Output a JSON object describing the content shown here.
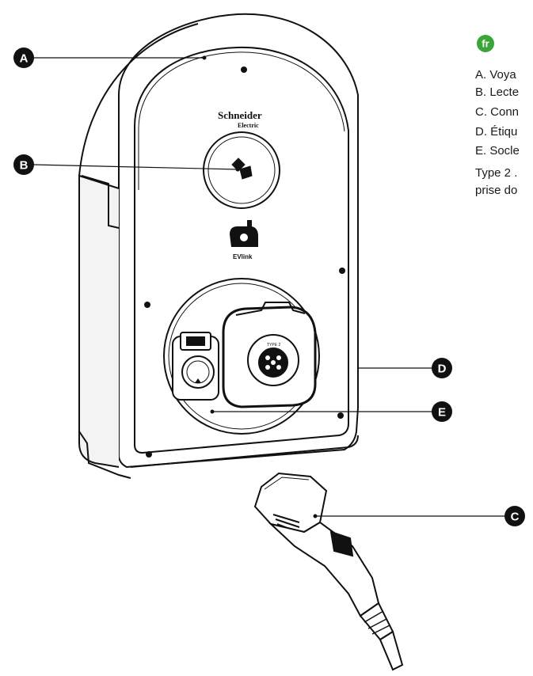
{
  "language_badge": {
    "label": "fr",
    "color": "#3aa63a"
  },
  "legend": {
    "lines": [
      "A. Voya",
      "B. Lecte",
      "C. Conn",
      "D. Étiqu",
      "E. Socle"
    ],
    "note_lines": [
      "Type 2 .",
      "prise do"
    ]
  },
  "callouts": [
    {
      "letter": "A"
    },
    {
      "letter": "B"
    },
    {
      "letter": "C"
    },
    {
      "letter": "D"
    },
    {
      "letter": "E"
    }
  ],
  "device": {
    "brand_line1": "Schneider",
    "brand_line2": "Electric",
    "product_label": "EVlink",
    "socket_label": "TYPE 2"
  },
  "colors": {
    "line": "#111111",
    "callout_fill": "#111111",
    "accent": "#3aa63a"
  }
}
